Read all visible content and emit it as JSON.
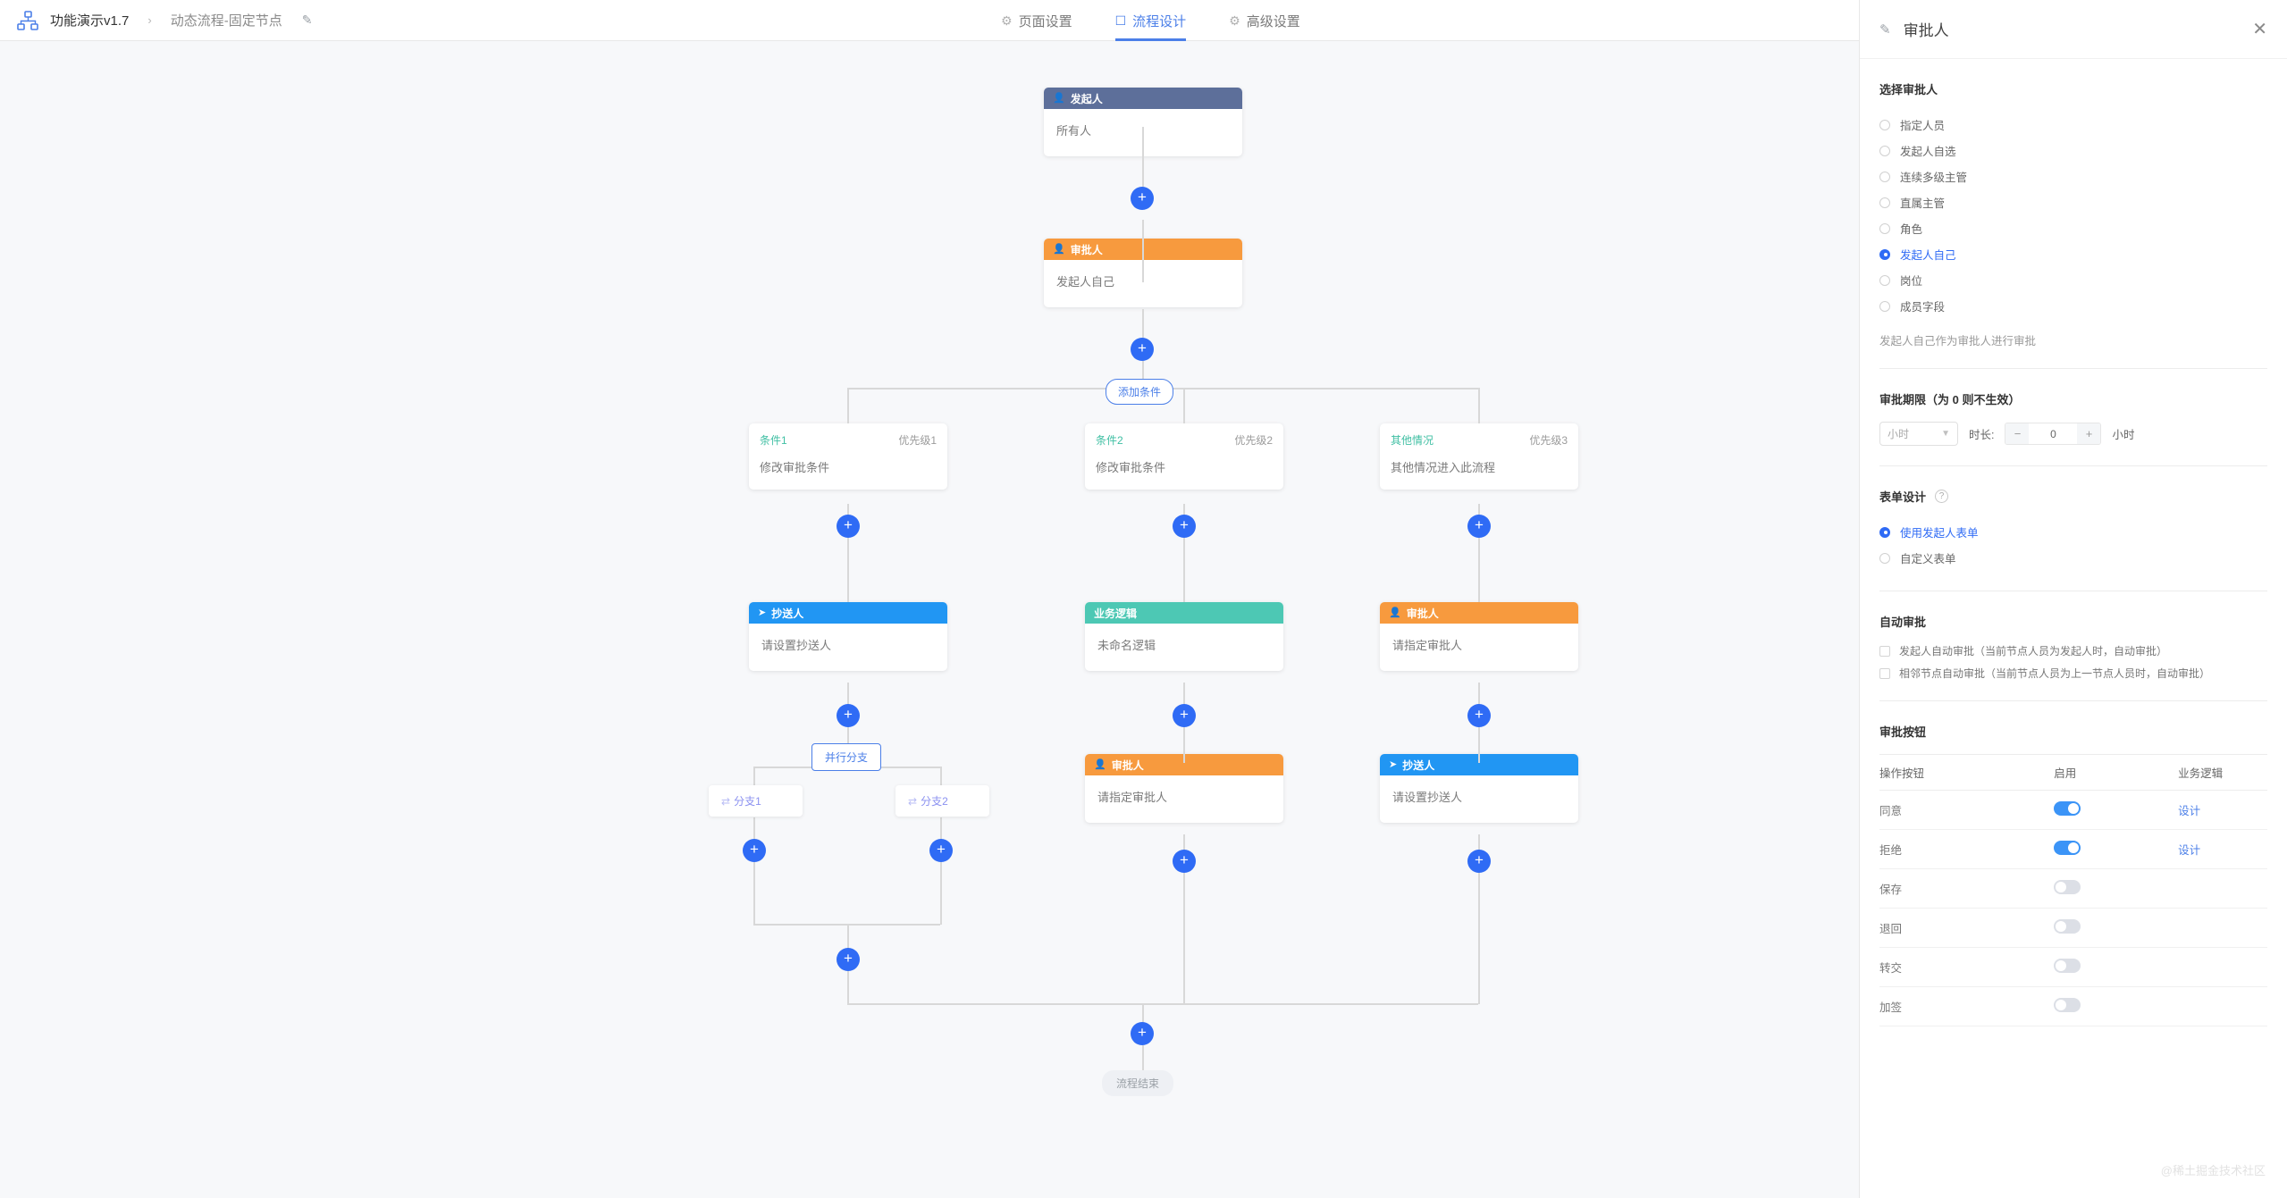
{
  "header": {
    "brand_icon": "sitemap-icon",
    "breadcrumb": [
      "功能演示v1.7",
      "动态流程-固定节点"
    ],
    "separator": "›",
    "edit_icon": "pencil-icon",
    "tabs": [
      {
        "label": "页面设置",
        "icon": "gear-icon",
        "active": false
      },
      {
        "label": "流程设计",
        "icon": "flow-icon",
        "active": true
      },
      {
        "label": "高级设置",
        "icon": "gear-icon",
        "active": false
      }
    ]
  },
  "flow": {
    "start_node": {
      "title": "发起人",
      "icon": "user-icon",
      "body": "所有人"
    },
    "approver_node": {
      "title": "审批人",
      "icon": "user-icon",
      "body": "发起人自己"
    },
    "add_condition_label": "添加条件",
    "conditions": [
      {
        "name": "条件1",
        "priority": "优先级1",
        "desc": "修改审批条件"
      },
      {
        "name": "条件2",
        "priority": "优先级2",
        "desc": "修改审批条件"
      },
      {
        "name": "其他情况",
        "priority": "优先级3",
        "desc": "其他情况进入此流程"
      }
    ],
    "branch_nodes": [
      {
        "title": "抄送人",
        "icon": "send-icon",
        "body": "请设置抄送人",
        "color": "cc"
      },
      {
        "title": "业务逻辑",
        "icon": "",
        "body": "未命名逻辑",
        "color": "logic"
      },
      {
        "title": "审批人",
        "icon": "user-icon",
        "body": "请指定审批人",
        "color": "approve"
      }
    ],
    "branch_nodes_2": [
      {
        "title": "审批人",
        "icon": "user-icon",
        "body": "请指定审批人",
        "color": "approve"
      },
      {
        "title": "抄送人",
        "icon": "send-icon",
        "body": "请设置抄送人",
        "color": "cc"
      }
    ],
    "parallel_label": "并行分支",
    "parallel_branches": [
      "分支1",
      "分支2"
    ],
    "branch_icon": "branch-icon",
    "end_label": "流程结束",
    "plus_icon": "+"
  },
  "panel": {
    "title": "审批人",
    "edit_icon": "pencil-icon",
    "close_icon": "close-icon",
    "approver_section": {
      "heading": "选择审批人",
      "options": [
        {
          "label": "指定人员",
          "selected": false
        },
        {
          "label": "发起人自选",
          "selected": false
        },
        {
          "label": "连续多级主管",
          "selected": false
        },
        {
          "label": "直属主管",
          "selected": false
        },
        {
          "label": "角色",
          "selected": false
        },
        {
          "label": "发起人自己",
          "selected": true
        },
        {
          "label": "岗位",
          "selected": false
        },
        {
          "label": "成员字段",
          "selected": false
        }
      ],
      "hint": "发起人自己作为审批人进行审批"
    },
    "deadline_section": {
      "heading": "审批期限（为 0 则不生效）",
      "unit_select": "小时",
      "chevron_icon": "chevron-down-icon",
      "duration_label": "时长:",
      "minus": "−",
      "value": "0",
      "plus": "+",
      "unit_suffix": "小时"
    },
    "form_section": {
      "heading": "表单设计",
      "help_icon": "question-icon",
      "options": [
        {
          "label": "使用发起人表单",
          "selected": true
        },
        {
          "label": "自定义表单",
          "selected": false
        }
      ]
    },
    "auto_section": {
      "heading": "自动审批",
      "options": [
        {
          "label": "发起人自动审批（当前节点人员为发起人时，自动审批）",
          "checked": false
        },
        {
          "label": "相邻节点自动审批（当前节点人员为上一节点人员时，自动审批）",
          "checked": false
        }
      ]
    },
    "buttons_section": {
      "heading": "审批按钮",
      "columns": [
        "操作按钮",
        "启用",
        "业务逻辑"
      ],
      "rows": [
        {
          "name": "同意",
          "enabled": true,
          "logic": "设计"
        },
        {
          "name": "拒绝",
          "enabled": true,
          "logic": "设计"
        },
        {
          "name": "保存",
          "enabled": false,
          "logic": ""
        },
        {
          "name": "退回",
          "enabled": false,
          "logic": ""
        },
        {
          "name": "转交",
          "enabled": false,
          "logic": ""
        },
        {
          "name": "加签",
          "enabled": false,
          "logic": ""
        }
      ]
    }
  },
  "watermark": "@稀土掘金技术社区",
  "colors": {
    "accent": "#2f6bf5",
    "start": "#5d6f9a",
    "approve": "#f79a3e",
    "cc": "#2196f3",
    "logic": "#4dc8b4",
    "condition": "#3fbfa3"
  }
}
